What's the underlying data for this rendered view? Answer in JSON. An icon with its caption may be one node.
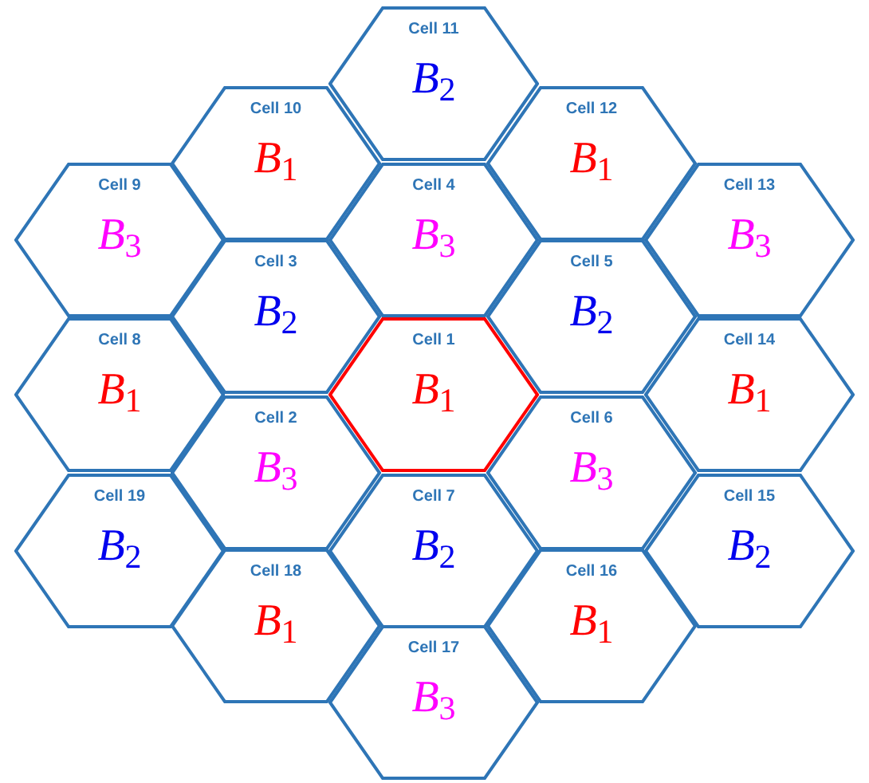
{
  "diagram": {
    "nodes": [
      {
        "text": [
          "Cell 1",
          "*B*$_{1}$"
        ]
      },
      {
        "text": [
          "Cell 2",
          "*B*$_{3}$"
        ]
      },
      {
        "text": [
          "Cell 3",
          "*B*$_{2}$"
        ]
      },
      {
        "text": [
          "Cell 4",
          "*B*$_{3}$"
        ]
      },
      {
        "text": [
          "Cell 5",
          "*B*$_{2}$"
        ]
      },
      {
        "text": [
          "Cell 6",
          "*B*$_{3}$"
        ]
      },
      {
        "text": [
          "Cell 7",
          "*B*$_{2}$"
        ]
      },
      {
        "text": [
          "Cell 8",
          "*B*$_{1}$"
        ]
      },
      {
        "text": [
          "Cell 9",
          "*B*$_{3}$"
        ]
      },
      {
        "text": [
          "Cell 10",
          "*B*$_{1}$"
        ]
      },
      {
        "text": [
          "Cell 11",
          "*B*$_{2}$"
        ]
      },
      {
        "text": [
          "Cell 12",
          "*B*$_{1}$"
        ]
      },
      {
        "text": [
          "Cell 13",
          "*B*$_{3}$"
        ]
      },
      {
        "text": [
          "Cell 14",
          "*B*$_{1}$"
        ]
      },
      {
        "text": [
          "Cell 15",
          "*B*$_{2}$"
        ]
      },
      {
        "text": [
          "Cell 16",
          "*B*$_{1}$"
        ]
      },
      {
        "text": [
          "Cell 17",
          "*B*$_{3}$"
        ]
      },
      {
        "text": [
          "Cell 18",
          "*B*$_{1}$"
        ]
      },
      {
        "text": [
          "Cell 19",
          "*B*$_{2}$"
        ]
      }
    ]
  }
}
